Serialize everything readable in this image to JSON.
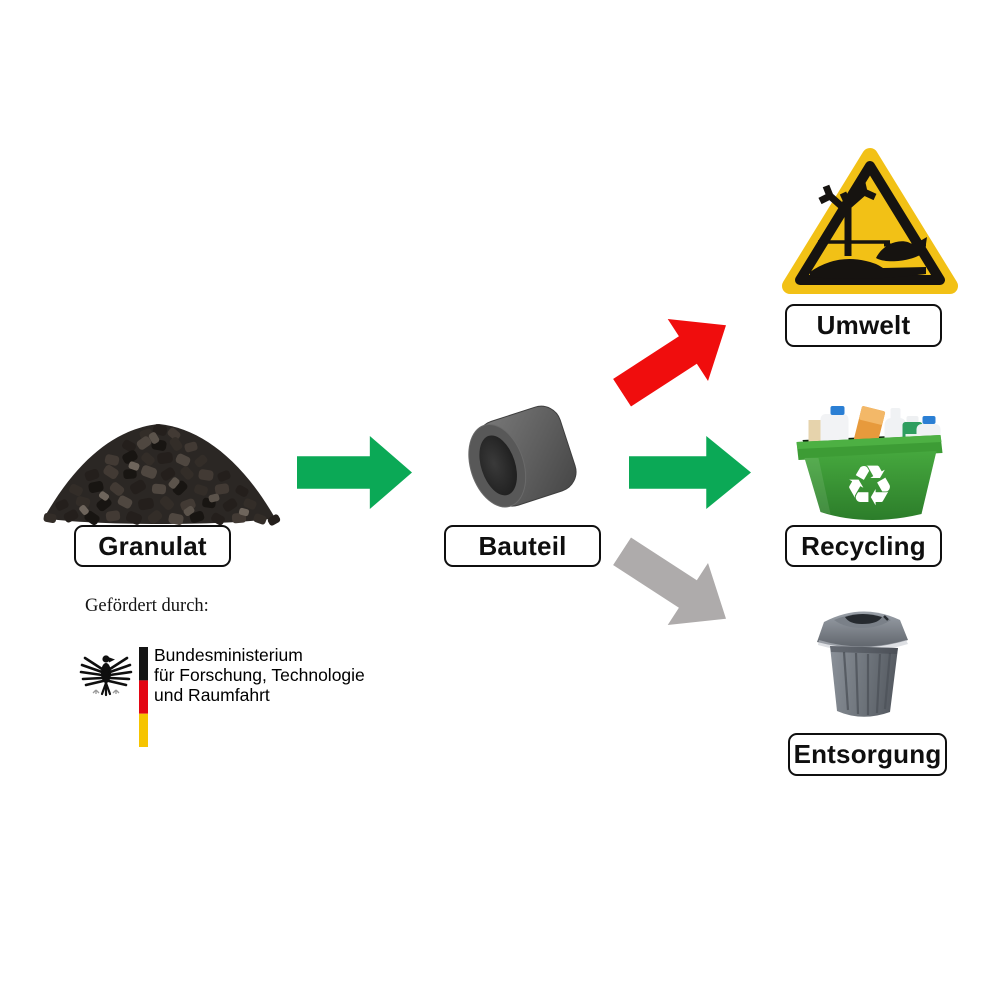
{
  "diagram": {
    "nodes": {
      "granulat": {
        "label": "Granulat",
        "icon": "granulate-pile-icon"
      },
      "bauteil": {
        "label": "Bauteil",
        "icon": "metal-bushing-icon"
      },
      "umwelt": {
        "label": "Umwelt",
        "icon": "environmental-hazard-sign-icon"
      },
      "recycling": {
        "label": "Recycling",
        "icon": "recycling-bin-icon"
      },
      "entsorgung": {
        "label": "Entsorgung",
        "icon": "trash-can-icon"
      }
    },
    "flows": [
      {
        "from": "Granulat",
        "to": "Bauteil",
        "arrow_color": "#0ba956"
      },
      {
        "from": "Bauteil",
        "to": "Umwelt",
        "arrow_color": "#f00d0d"
      },
      {
        "from": "Bauteil",
        "to": "Recycling",
        "arrow_color": "#0ba956"
      },
      {
        "from": "Bauteil",
        "to": "Entsorgung",
        "arrow_color": "#aeabab"
      }
    ]
  },
  "funding": {
    "caption": "Gefördert durch:",
    "ministry": {
      "line1": "Bundesministerium",
      "line2": "für Forschung, Technologie",
      "line3": "und Raumfahrt"
    }
  },
  "colors": {
    "arrow_green": "#0ba956",
    "arrow_red": "#f00d0d",
    "arrow_gray": "#aeabab",
    "warning_yellow": "#f2c116",
    "bin_green": "#3d9c35",
    "flag_black": "#141414",
    "flag_red": "#e30613",
    "flag_gold": "#f6c400"
  },
  "icons": {
    "recycle_symbol_glyph": "♻",
    "federal_eagle": "federal-eagle-icon"
  }
}
